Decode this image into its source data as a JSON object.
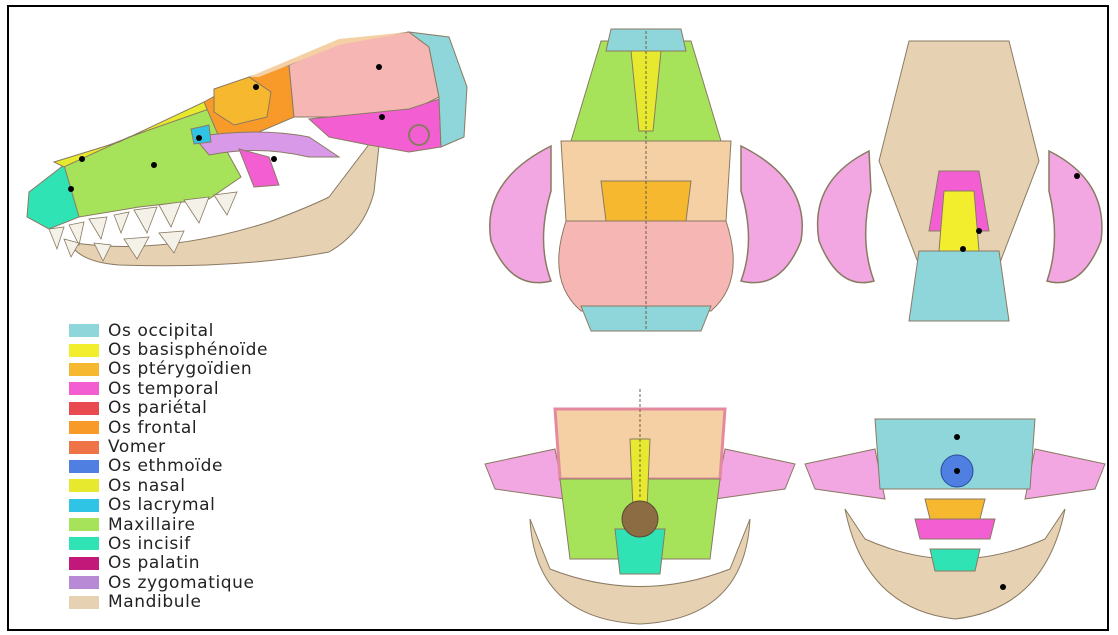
{
  "legend": [
    {
      "label": "Os occipital",
      "color": "#8fd6da"
    },
    {
      "label": "Os basisphénoïde",
      "color": "#f2ee2e"
    },
    {
      "label": "Os ptérygoïdien",
      "color": "#f6b82e"
    },
    {
      "label": "Os temporal",
      "color": "#f35fd2"
    },
    {
      "label": "Os pariétal",
      "color": "#e84a4f"
    },
    {
      "label": "Os frontal",
      "color": "#f79a2a"
    },
    {
      "label": "Vomer",
      "color": "#ee7447"
    },
    {
      "label": "Os ethmoïde",
      "color": "#4f7fe0"
    },
    {
      "label": "Os nasal",
      "color": "#e7e92e"
    },
    {
      "label": "Os lacrymal",
      "color": "#2fc3e6"
    },
    {
      "label": "Maxillaire",
      "color": "#a7e35a"
    },
    {
      "label": "Os incisif",
      "color": "#2fe3b5"
    },
    {
      "label": "Os palatin",
      "color": "#c2187a"
    },
    {
      "label": "Os zygomatique",
      "color": "#b88ad6"
    },
    {
      "label": "Mandibule",
      "color": "#e6d2b3"
    }
  ],
  "views": [
    "lateral",
    "dorsal",
    "ventral",
    "rostral",
    "caudal"
  ],
  "bone_colors": {
    "parietal_pink": "#f6b6b4",
    "frontal_tan": "#f4d0a4",
    "teeth": "#f4f1e8",
    "outline": "#8a7a62",
    "dot": "#000000"
  }
}
